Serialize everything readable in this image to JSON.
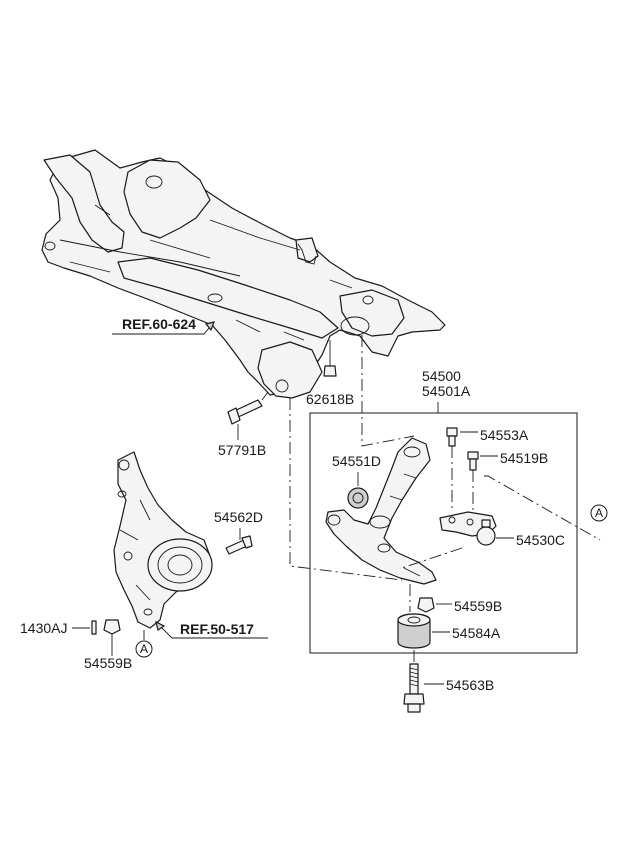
{
  "diagram": {
    "references": {
      "subframe": "REF.60-624",
      "knuckle": "REF.50-517"
    },
    "callout": "A",
    "parts": {
      "bolt_subframe_fastener": "62618B",
      "bolt_subframe_front": "57791B",
      "arm_assembly": "54500",
      "arm_assembly_alt": "54501A",
      "bolt_upper": "54553A",
      "bushing_front": "54551D",
      "bolt_ball_joint": "54519B",
      "ball_joint": "54530C",
      "bolt_knuckle": "54562D",
      "nut_arm": "54559B",
      "bushing_rear": "54584A",
      "pin": "1430AJ",
      "nut_knuckle": "54559B",
      "bolt_rear": "54563B"
    }
  }
}
